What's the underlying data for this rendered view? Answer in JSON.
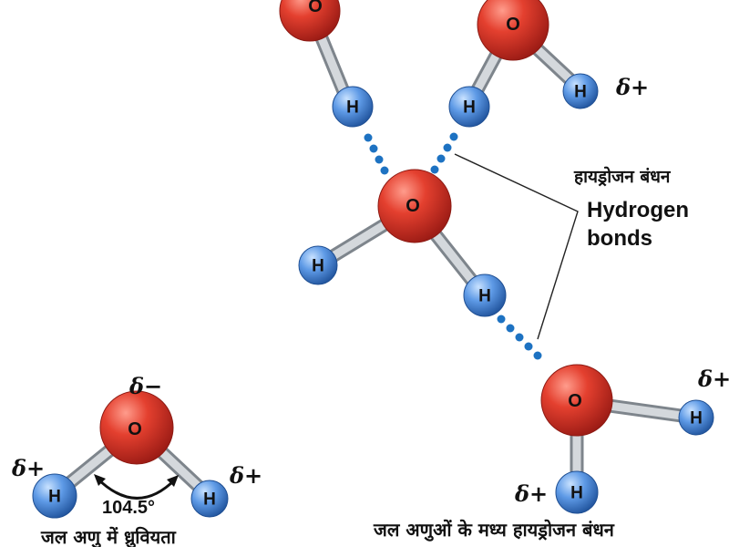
{
  "atoms": {
    "oxygen": "O",
    "hydrogen": "H"
  },
  "charges": {
    "partial_negative": "δ−",
    "partial_positive": "δ+"
  },
  "bond_angle": "104.5°",
  "labels": {
    "hydrogen_bonds_hindi": "हायड्रोजन बंधन",
    "hydrogen_bonds_line1": "Hydrogen",
    "hydrogen_bonds_line2": "bonds",
    "polarity_caption": "जल अणु में ध्रुवियता",
    "hbond_caption": "जल अणुओं के मध्य हायड्रोजन बंधन"
  },
  "colors": {
    "oxygen": "#d7322a",
    "hydrogen": "#3f7fd0",
    "bond": "#b9bec3",
    "hydrogen_bond_dots": "#1d72c2"
  }
}
